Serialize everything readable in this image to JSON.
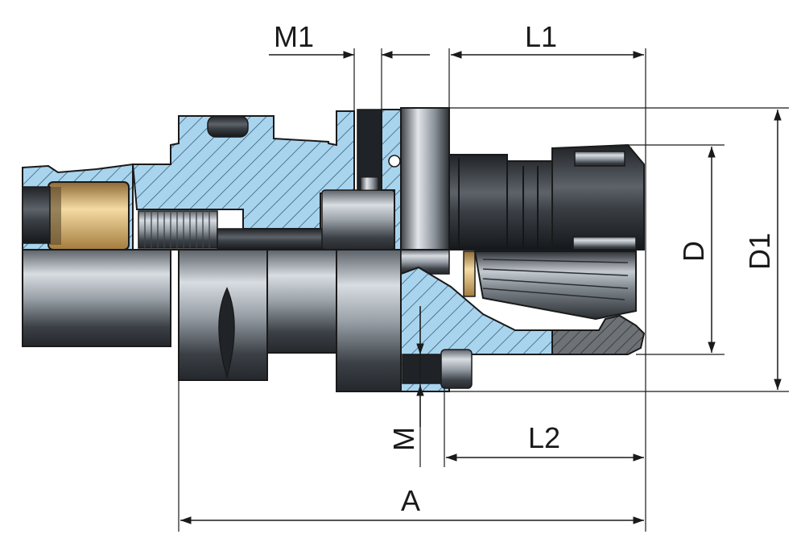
{
  "drawing": {
    "labels": {
      "m1": "M1",
      "l1": "L1",
      "d": "D",
      "d1": "D1",
      "m": "M",
      "l2": "L2",
      "a": "A"
    },
    "colors": {
      "section_fill": "#a9d4ee",
      "hatch": "#2c4f6b",
      "steel_dark": "#3a3f45",
      "steel_light": "#c9ced4",
      "brass": "#e8c98a",
      "outline": "#1a1a1a"
    }
  }
}
